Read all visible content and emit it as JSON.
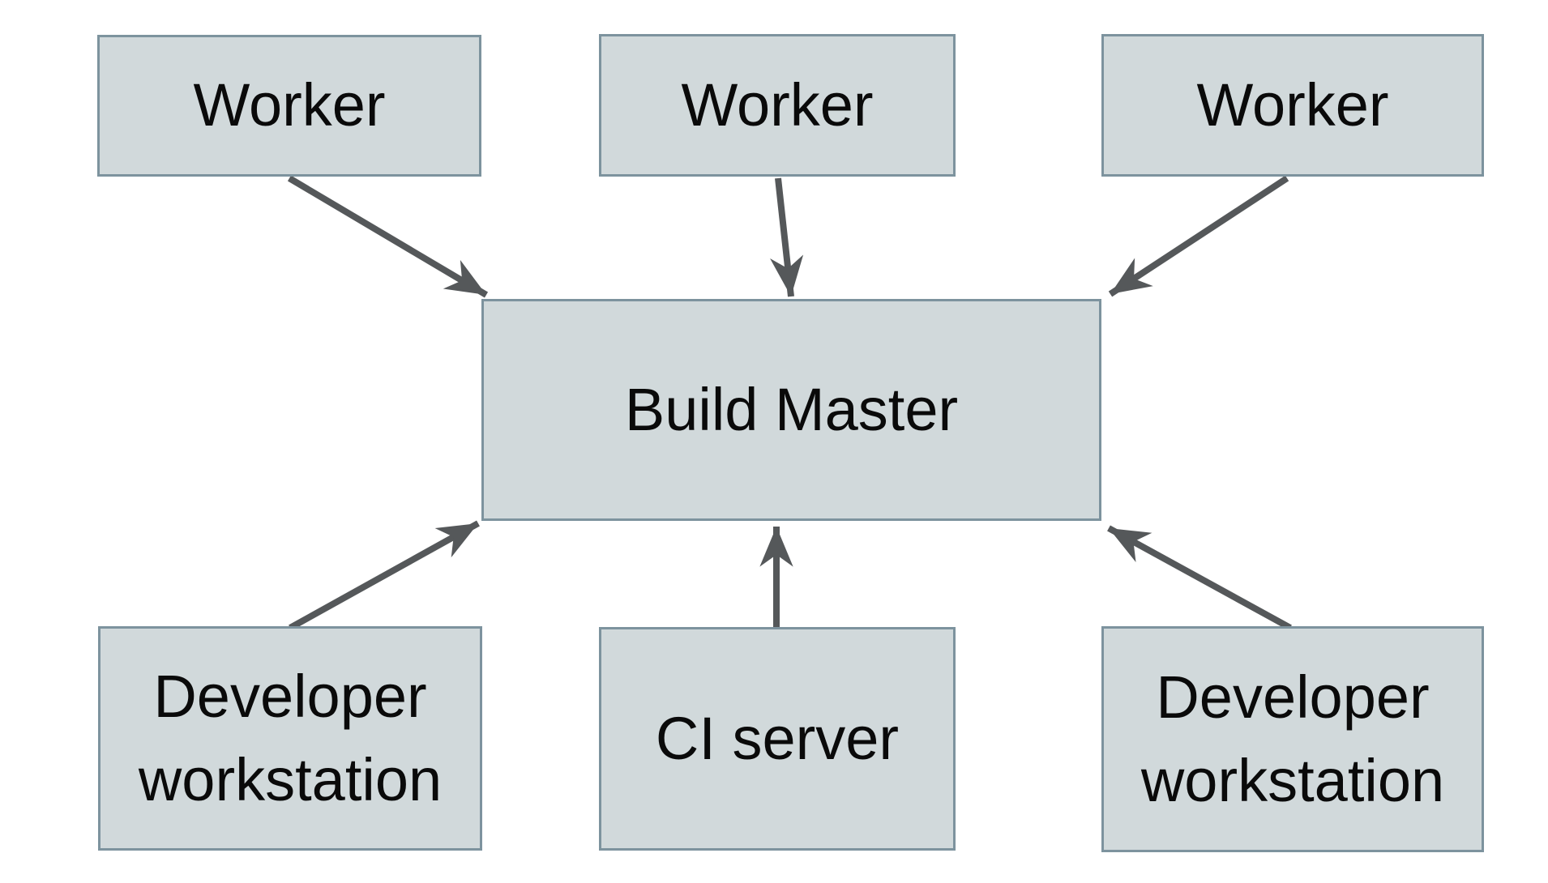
{
  "diagram": {
    "type": "architecture-diagram",
    "nodes": {
      "worker_1": {
        "label": "Worker"
      },
      "worker_2": {
        "label": "Worker"
      },
      "worker_3": {
        "label": "Worker"
      },
      "build_master": {
        "label": "Build Master"
      },
      "dev_workstation_1": {
        "label": "Developer workstation"
      },
      "ci_server": {
        "label": "CI server"
      },
      "dev_workstation_2": {
        "label": "Developer workstation"
      }
    },
    "edges": [
      {
        "from": "worker_1",
        "to": "build_master"
      },
      {
        "from": "worker_2",
        "to": "build_master"
      },
      {
        "from": "worker_3",
        "to": "build_master"
      },
      {
        "from": "dev_workstation_1",
        "to": "build_master"
      },
      {
        "from": "ci_server",
        "to": "build_master"
      },
      {
        "from": "dev_workstation_2",
        "to": "build_master"
      }
    ],
    "colors": {
      "node_fill": "#d1d9db",
      "node_border": "#7d939e",
      "arrow": "#55585a",
      "text": "#0a0a0a",
      "background": "#ffffff"
    }
  }
}
